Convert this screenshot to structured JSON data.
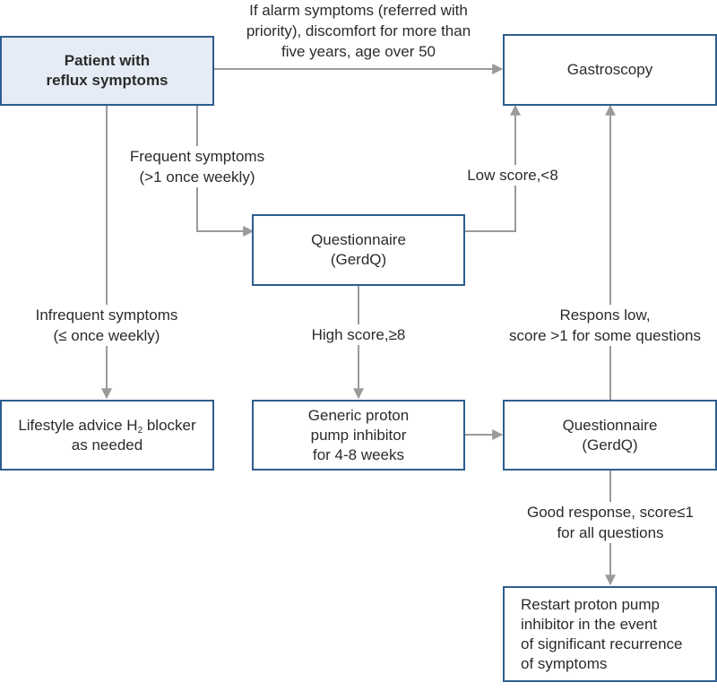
{
  "boxes": {
    "patient": [
      "Patient with",
      "reflux symptoms"
    ],
    "gastroscopy": [
      "Gastroscopy"
    ],
    "questionnaire_1": [
      "Questionnaire",
      "(GerdQ)"
    ],
    "lifestyle": {
      "line1_pre": "Lifestyle advice H",
      "line1_sub": "2",
      "line1_post": " blocker",
      "line2": "as needed"
    },
    "ppi": [
      "Generic proton",
      "pump inhibitor",
      "for 4-8 weeks"
    ],
    "questionnaire_2": [
      "Questionnaire",
      "(GerdQ)"
    ],
    "restart": [
      "Restart proton pump",
      "inhibitor in the event",
      "of significant recurrence",
      "of symptoms"
    ]
  },
  "labels": {
    "alarm": [
      "If alarm symptoms (referred with",
      "priority), discomfort for more than",
      "five years, age over 50"
    ],
    "frequent": [
      "Frequent symptoms",
      "(>1 once weekly)"
    ],
    "low_score": [
      "Low score,<8"
    ],
    "infrequent": [
      "Infrequent symptoms",
      "(≤ once weekly)"
    ],
    "high_score": [
      "High score,≥8"
    ],
    "respons_low": [
      "Respons low,",
      "score >1 for some questions"
    ],
    "good_response": [
      "Good response, score≤1",
      "for all questions"
    ]
  },
  "colors": {
    "box_border": "#2e5d8f",
    "start_fill": "#e6ecf5",
    "connector": "#9a9a9a"
  }
}
